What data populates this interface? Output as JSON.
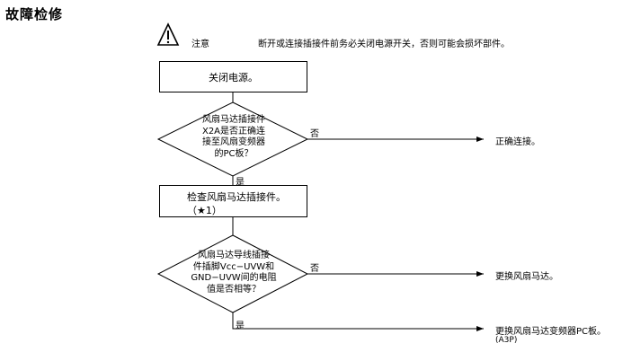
{
  "title": "故障检修",
  "caution": {
    "icon": "warning-triangle-icon",
    "label": "注意",
    "text": "断开或连接插接件前务必关闭电源开关，否则可能会损坏部件。"
  },
  "flow": {
    "step1": "关闭电源。",
    "decision1": "风扇马达插接件\nX2A是否正确连\n接至风扇变频器\n的PC板？",
    "decision1_no_label": "否",
    "decision1_yes_label": "是",
    "decision1_no_result": "正确连接。",
    "step2_line1": "检查风扇马达插接件。",
    "step2_line2": "（★1）",
    "decision2": "风扇马达导线插接\n件插脚Vcc−UVW和\nGND−UVW间的电阻\n值是否相等？",
    "decision2_no_label": "否",
    "decision2_yes_label": "是",
    "decision2_no_result": "更换风扇马达。",
    "decision2_yes_result_line1": "更换风扇马达变频器PC板。",
    "decision2_yes_result_line2": "(A3P)"
  }
}
